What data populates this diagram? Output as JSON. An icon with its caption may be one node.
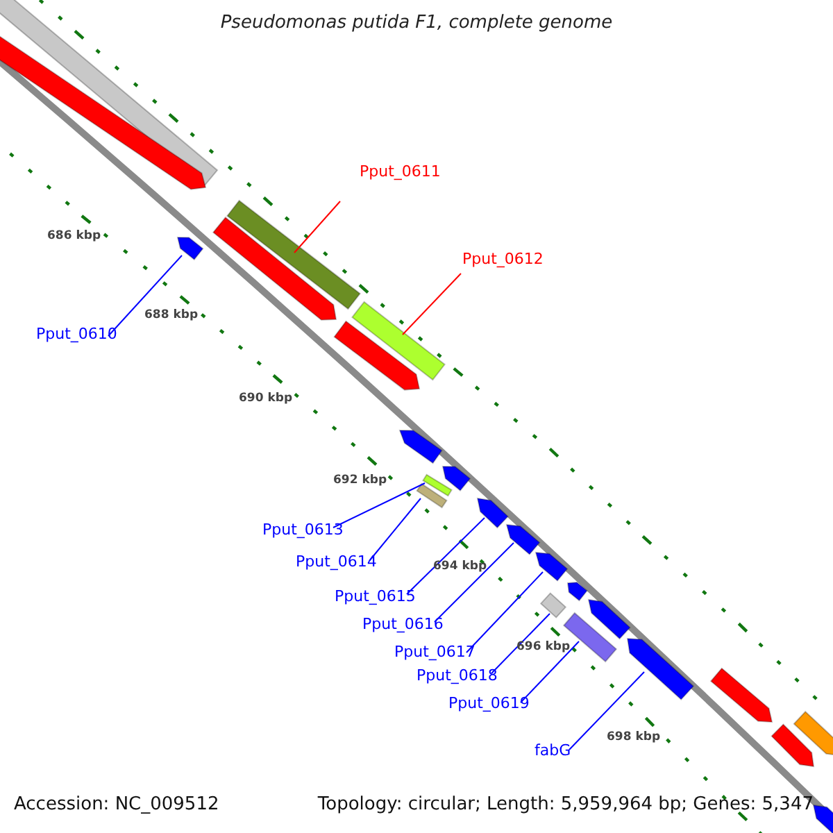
{
  "diagram": {
    "title": "Pseudomonas putida F1, complete genome",
    "nodes": [
      {
        "text": [
          "Pput_0611"
        ]
      },
      {
        "text": [],
        "shape": "bar"
      },
      {
        "text": [
          "Pput_0612"
        ]
      },
      {
        "text": [],
        "shape": "bar"
      },
      {
        "text": [
          "Pput_0610"
        ]
      },
      {
        "text": [],
        "shape": "bar"
      },
      {
        "text": [
          "Pput_0613"
        ]
      },
      {
        "text": [],
        "shape": "bar"
      },
      {
        "text": [
          "Pput_0614"
        ]
      },
      {
        "text": [],
        "shape": "bar"
      },
      {
        "text": [
          "Pput_0615"
        ]
      },
      {
        "text": [],
        "shape": "bar"
      },
      {
        "text": [
          "Pput_0616"
        ]
      },
      {
        "text": [],
        "shape": "bar"
      },
      {
        "text": [
          "Pput_0617"
        ]
      },
      {
        "text": [],
        "shape": "bar"
      },
      {
        "text": [
          "Pput_0618"
        ]
      },
      {
        "text": [],
        "shape": "bar"
      },
      {
        "text": [
          "Pput_0619"
        ]
      },
      {
        "text": [],
        "shape": "bar"
      },
      {
        "text": [
          "fabG"
        ]
      },
      {
        "text": [],
        "shape": "bar"
      },
      {
        "text": [],
        "shape": "bar"
      },
      {
        "text": [],
        "shape": "bar"
      },
      {
        "text": [],
        "shape": "bar"
      },
      {
        "text": [],
        "shape": "bar"
      },
      {
        "text": [],
        "shape": "bar"
      },
      {
        "text": [],
        "shape": "bar"
      },
      {
        "text": [],
        "shape": "bar"
      },
      {
        "text": [],
        "shape": "bar"
      },
      {
        "text": [],
        "shape": "bar"
      },
      {
        "text": [],
        "shape": "bar"
      },
      {
        "text": [],
        "shape": "bar"
      },
      {
        "text": [],
        "shape": "bar"
      }
    ],
    "edges": [
      {
        "from": 0,
        "to": 1,
        "arrow": "none",
        "color": "#ff0000"
      },
      {
        "from": 2,
        "to": 3,
        "arrow": "none",
        "color": "#ff0000"
      },
      {
        "from": 4,
        "to": 5,
        "arrow": "none"
      },
      {
        "from": 6,
        "to": 7,
        "arrow": "none"
      },
      {
        "from": 8,
        "to": 9,
        "arrow": "none"
      },
      {
        "from": 10,
        "to": 11,
        "arrow": "none"
      },
      {
        "from": 12,
        "to": 13,
        "arrow": "none"
      },
      {
        "from": 14,
        "to": 15,
        "arrow": "none"
      },
      {
        "from": 16,
        "to": 17,
        "arrow": "none"
      },
      {
        "from": 18,
        "to": 19,
        "arrow": "none"
      },
      {
        "from": 20,
        "to": 21,
        "arrow": "none"
      }
    ],
    "labels": [
      "686 kbp",
      "688 kbp",
      "690 kbp",
      "692 kbp",
      "694 kbp",
      "696 kbp",
      "698 kbp",
      "Accession: NC_009512",
      "Topology: circular; Length: 5,959,964 bp; Genes: 5,347"
    ]
  }
}
